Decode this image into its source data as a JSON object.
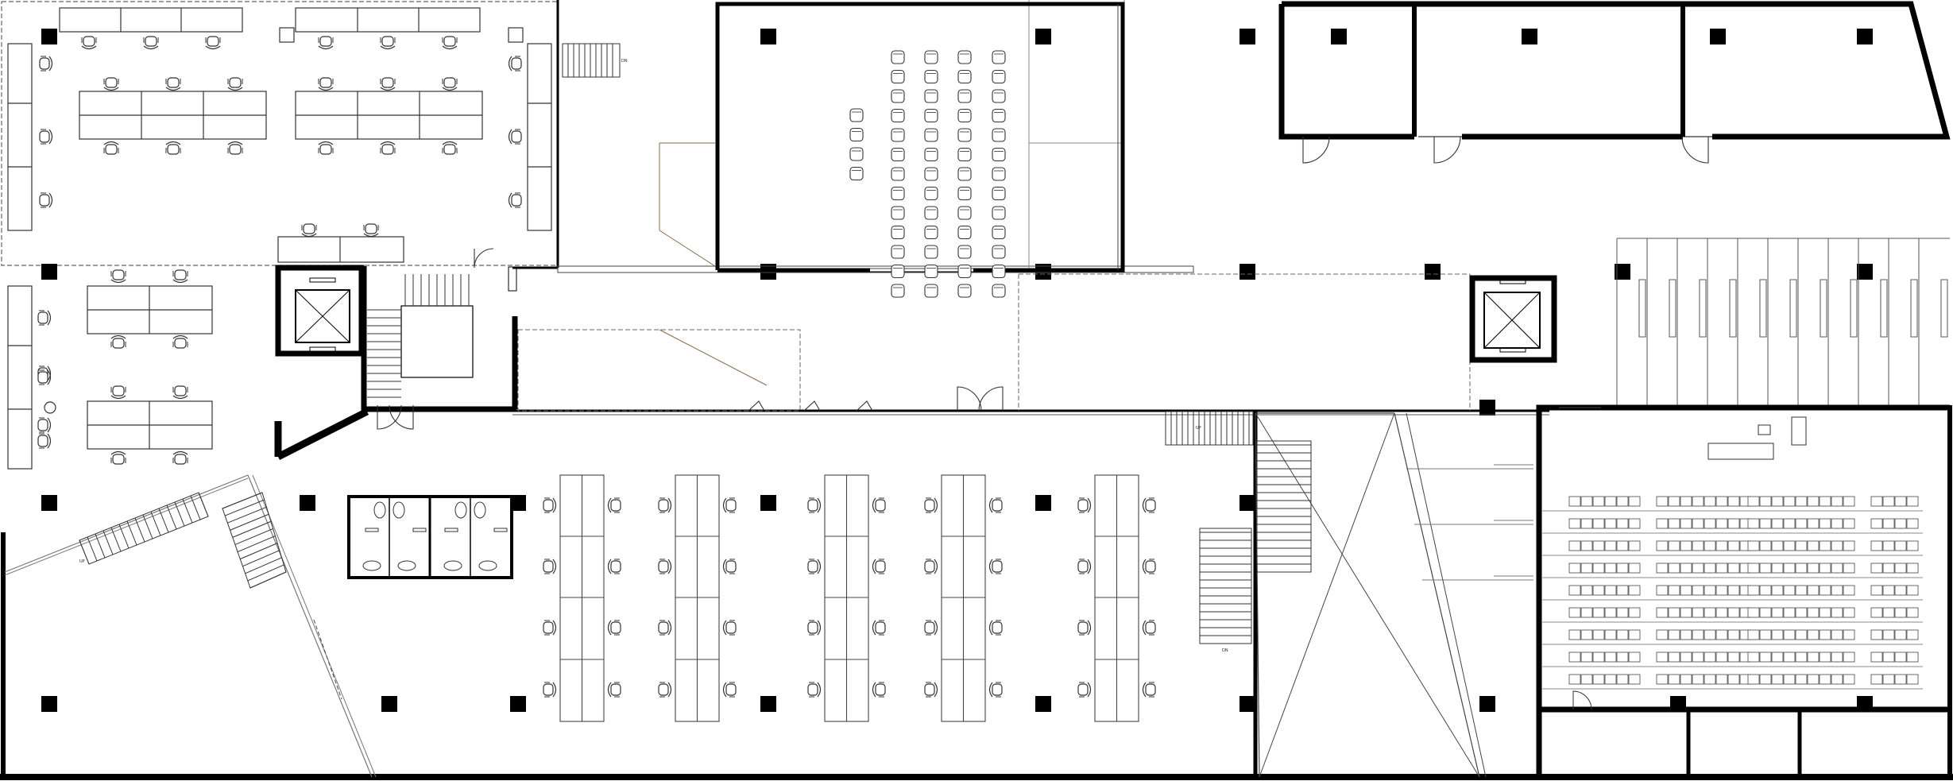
{
  "plan": {
    "stair_tags": [
      "DN",
      "DN",
      "UP",
      "UP"
    ],
    "colors": {
      "wall": "#000000",
      "line": "#333333",
      "light": "#888888",
      "accent": "#8a6a48",
      "background": "#ffffff"
    }
  }
}
